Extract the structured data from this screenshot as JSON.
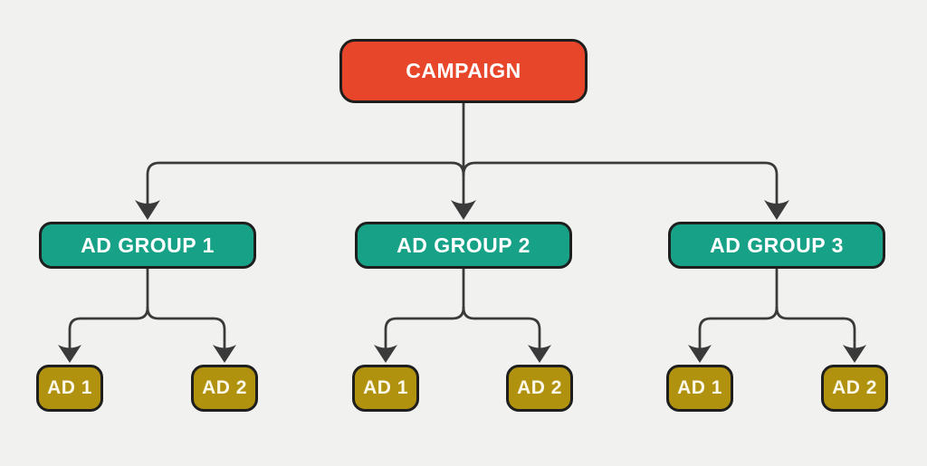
{
  "diagram": {
    "type": "hierarchy-flowchart",
    "colors": {
      "background": "#f1f1ef",
      "connector_line": "#3a3a3a",
      "node_border": "#1e1e1e",
      "campaign_fill": "#e8462b",
      "ad_group_fill": "#17a287",
      "ad_fill": "#b1920f",
      "campaign_text": "#ffffff",
      "ad_group_text": "#ffffff",
      "ad_text": "#fbf7e9"
    },
    "campaign": {
      "label": "CAMPAIGN"
    },
    "ad_groups": [
      {
        "label": "AD GROUP 1",
        "ads": [
          {
            "label": "AD 1"
          },
          {
            "label": "AD 2"
          }
        ]
      },
      {
        "label": "AD GROUP 2",
        "ads": [
          {
            "label": "AD 1"
          },
          {
            "label": "AD 2"
          }
        ]
      },
      {
        "label": "AD GROUP 3",
        "ads": [
          {
            "label": "AD 1"
          },
          {
            "label": "AD 2"
          }
        ]
      }
    ]
  }
}
